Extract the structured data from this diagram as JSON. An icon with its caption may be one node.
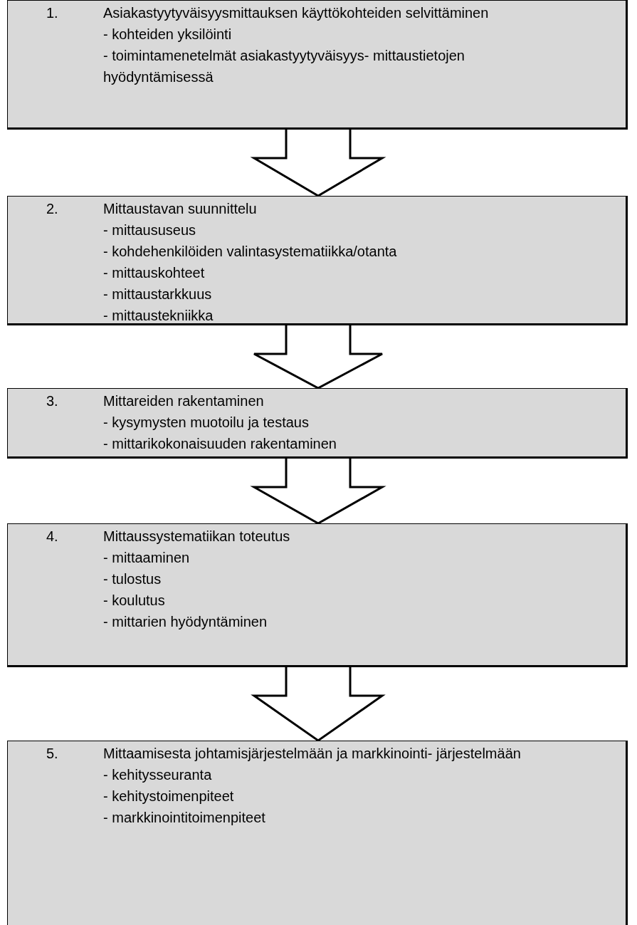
{
  "diagram": {
    "nodes": [
      {
        "text": [
          "1.",
          "Asiakastyytyväisyysmittauksen käyttökohteiden selvittäminen",
          "- kohteiden yksilöinti",
          "- toimintamenetelmät asiakastyytyväisyys- mittaustietojen hyödyntämisessä"
        ]
      },
      {
        "text": [
          "2.",
          "Mittaustavan suunnittelu",
          "- mittaususeus",
          "- kohdehenkilöiden valintasystematiikka/otanta",
          "- mittauskohteet",
          "- mittaustarkkuus",
          "- mittaustekniikka"
        ]
      },
      {
        "text": [
          "3.",
          "Mittareiden rakentaminen",
          "- kysymysten muotoilu ja testaus",
          "- mittarikokonaisuuden rakentaminen"
        ]
      },
      {
        "text": [
          "4.",
          "Mittaussystematiikan toteutus",
          "- mittaaminen",
          "- tulostus",
          "- koulutus",
          "- mittarien hyödyntäminen"
        ]
      },
      {
        "text": [
          "5.",
          "Mittaamisesta johtamisjärjestelmään ja markkinointi- järjestelmään",
          "- kehitysseuranta",
          "- kehitystoimenpiteet",
          "- markkinointitoimenpiteet"
        ]
      }
    ],
    "edges": [
      {
        "from": 0,
        "to": 1,
        "arrow": "to"
      },
      {
        "from": 1,
        "to": 2,
        "arrow": "to"
      },
      {
        "from": 2,
        "to": 3,
        "arrow": "to"
      },
      {
        "from": 3,
        "to": 4,
        "arrow": "to"
      }
    ]
  }
}
